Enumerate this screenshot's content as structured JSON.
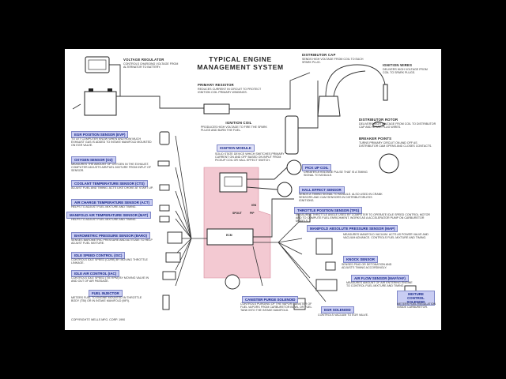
{
  "title_line1": "TYPICAL ENGINE",
  "title_line2": "MANAGEMENT SYSTEM",
  "copyright": "COPYRIGHT© WELLS MFG. CORP. 1990",
  "ecm_label": "ECM",
  "components": {
    "voltage_regulator": {
      "title": "VOLTAGE REGULATOR",
      "desc": "CONTROLS CHARGING VOLTAGE FROM ALTERNATOR TO BATTERY."
    },
    "distributor_cap": {
      "title": "DISTRIBUTOR CAP",
      "desc": "SENDS HIGH VOLTAGE FROM COIL TO EACH SPARK PLUG."
    },
    "ignition_wires": {
      "title": "IGNITION WIRES",
      "desc": "DELIVERS HIGH VOLTAGE FROM COIL TO SPARK PLUGS."
    },
    "primary_resistor": {
      "title": "PRIMARY RESISTOR",
      "desc": "REDUCES CURRENT IN CIRCUIT TO PROTECT IGNITION COIL PRIMARY WINDINGS."
    },
    "ignition_coil": {
      "title": "IGNITION COIL",
      "desc": "PRODUCES HIGH VOLTAGE TO FIRE THE SPARK PLUGS AND BURN THE FUEL."
    },
    "distributor_rotor": {
      "title": "DISTRIBUTOR ROTOR",
      "desc": "DELIVERS HIGH VOLTAGE FROM COIL TO DISTRIBUTOR CAP AND SPARK PLUG WIRES."
    },
    "breaker_points": {
      "title": "BREAKER POINTS",
      "desc": "TURNS PRIMARY CIRCUIT ON AND OFF AS DISTRIBUTOR CAM OPENS AND CLOSES CONTACTS."
    },
    "ignition_module": {
      "title": "IGNITION MODULE",
      "desc": "SOLID STATE DEVICE WHICH SWITCHES PRIMARY CURRENT ON AND OFF BASED ON INPUT FROM PICKUP COIL OR HALL EFFECT SWITCH."
    },
    "pick_up_coil": {
      "title": "PICK UP COIL",
      "desc": "CREATES A VOLTAGE PULSE THAT IS A TIMING SIGNAL TO MODULE."
    },
    "hall_effect_sensor": {
      "title": "HALL EFFECT SENSOR",
      "desc": "SENDS A TIMING SIGNAL TO MODULE. ALSO USED IN CRANK SENSORS AND CAM SENSORS IN DISTRIBUTORLESS IGNITIONS."
    },
    "throttle_position_sensor": {
      "title": "THROTTLE POSITION SENSOR (TPS)",
      "desc": "MEASURES THROTTLE ANGLE USED BY COMPUTER TO OPERATE IDLE SPEED CONTROL MOTOR AND TO COMPUTE FUEL ENRICHMENT. WORKS AS A ACCELERATOR PUMP ON CARBURETOR MODELS."
    },
    "map_sensor": {
      "title": "MANIFOLD ABSOLUTE PRESSURE SENSOR (MAP)",
      "desc": "MEASURES MANIFOLD VACUUM. ACTS AS POWER VALVE AND VACUUM ADVANCE. CONTROLS FUEL MIXTURE AND TIMING."
    },
    "knock_sensor": {
      "title": "KNOCK SENSOR",
      "desc": "SENSES PING OR DETONATION AND ADJUSTS TIMING ACCORDINGLY."
    },
    "mass_air_flow": {
      "title": "AIR FLOW SENSOR (MAF/VAF)",
      "desc": "MEASURES AMOUNT OF AIR ENTERING ENGINE TO CONTROL FUEL MIXTURE AND TIMING."
    },
    "mixture_control_solenoid": {
      "title": "MIXTURE CONTROL SOLENOID",
      "desc": "METERS FUEL REGULATION INSIDE CARBURETOR."
    },
    "egr_solenoid": {
      "title": "EGR SOLENOID",
      "desc": "CONTROLS VACUUM TO EGR VALVE."
    },
    "canister_purge": {
      "title": "CANISTER PURGE SOLENOID",
      "desc": "CONTROLS PURGING OF THE VAPOR CANISTER OF FUEL VAPORS FROM CARBURETOR BOWL OR FUEL TANK INTO THE INTAKE MANIFOLD."
    },
    "egr_position_sensor": {
      "title": "EGR POSITION SENSOR (EVP)",
      "desc": "TO LET COMPUTER KNOW WHEN AND HOW MUCH EXHAUST GAS IS ADDED TO INTAKE MANIFOLD MOUNTED ON EGR VALVE."
    },
    "oxygen_sensor": {
      "title": "OXYGEN SENSOR (O2)",
      "desc": "MEASURES THE AMOUNT OF OXYGEN IN THE EXHAUST. COMPUTER ADJUSTS AIR/FUEL MIXTURE FROM INPUT OF SENSOR."
    },
    "coolant_temp_sensor": {
      "title": "COOLANT TEMPERATURE SENSOR (CTS)",
      "desc": "ADJUST FUEL AND TIMING. ACTS LIKE CHOKE AT START UP."
    },
    "air_charge_temp": {
      "title": "AIR CHARGE TEMPERATURE SENSOR (ACT)",
      "desc": "HELPS TO ADJUST FUEL MIXTURE AND TIMING."
    },
    "manifold_air_temp": {
      "title": "MANIFOLD AIR TEMPERATURE SENSOR (MAT)",
      "desc": "HELPS TO ADJUST FUEL MIXTURE AND TIMING."
    },
    "barometric_sensor": {
      "title": "BAROMETRIC PRESSURE SENSOR (BARO)",
      "desc": "SENSES BAROMETRIC PRESSURE AND ALTITUDE TO HELP ADJUST FUEL MIXTURE."
    },
    "idle_speed_control": {
      "title": "IDLE SPEED CONTROL (ISC)",
      "desc": "CONTROLS IDLE SPEED (CURB) BY MOVING THROTTLE LINKAGE."
    },
    "idle_air_control": {
      "title": "IDLE AIR CONTROL (IAC)",
      "desc": "CONTROLS IDLE SPEED (TIE RPM) BY MOVING VALVE IN AND OUT OF AIR PASSAGE."
    },
    "fuel_injector": {
      "title": "FUEL INJECTOR",
      "desc": "METERS FUEL TO ENGINE MOUNTED IN THROTTLE BODY (TBI) OR IN INTAKE MANIFOLD (MFI)."
    }
  },
  "wire_labels": {
    "ign": "IGN",
    "spout": "SPOUT",
    "pip": "PIP"
  },
  "colors": {
    "tag_fill": "#c9cdf3",
    "tag_text": "#1a2a8a",
    "ecm_zone": "#f3c9d2",
    "wire": "#333333"
  }
}
